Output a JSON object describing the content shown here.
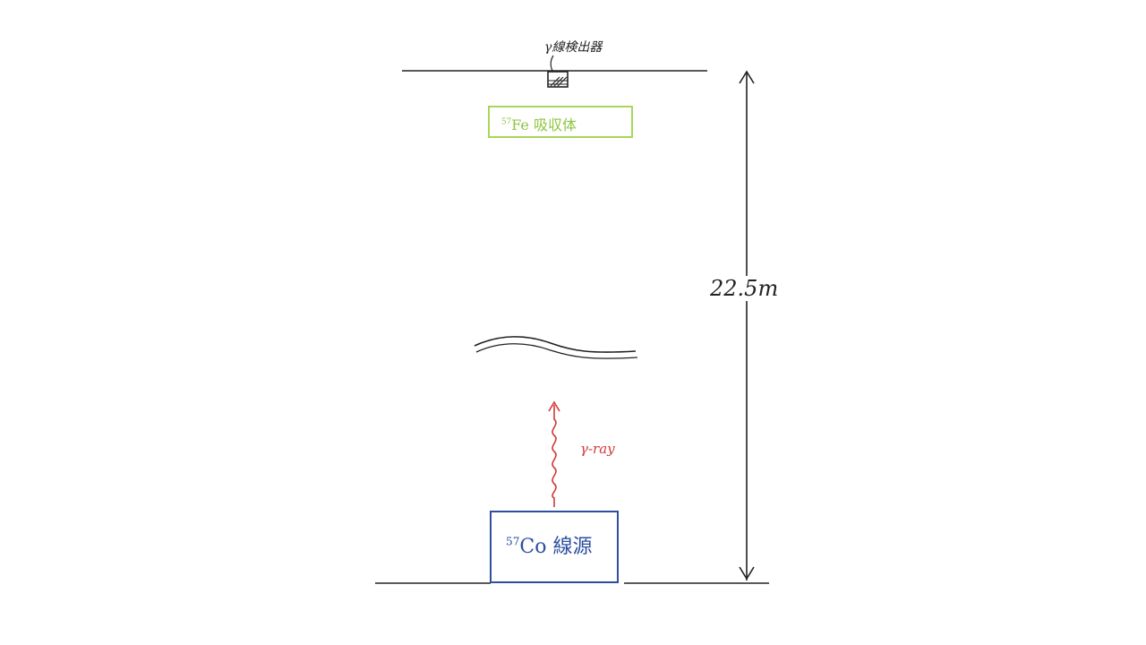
{
  "diagram": {
    "detector": {
      "label": "γ線検出器"
    },
    "absorber": {
      "isotope_mass": "57",
      "isotope_symbol": "Fe",
      "label": "吸収体"
    },
    "source": {
      "isotope_mass": "57",
      "isotope_symbol": "Co",
      "label": "線源"
    },
    "gamma": {
      "label": "γ-ray"
    },
    "distance": {
      "label": "22.5m"
    },
    "colors": {
      "absorber": "#8cc63f",
      "source": "#2d4fa0",
      "gamma": "#d03838",
      "ink": "#222222"
    }
  }
}
